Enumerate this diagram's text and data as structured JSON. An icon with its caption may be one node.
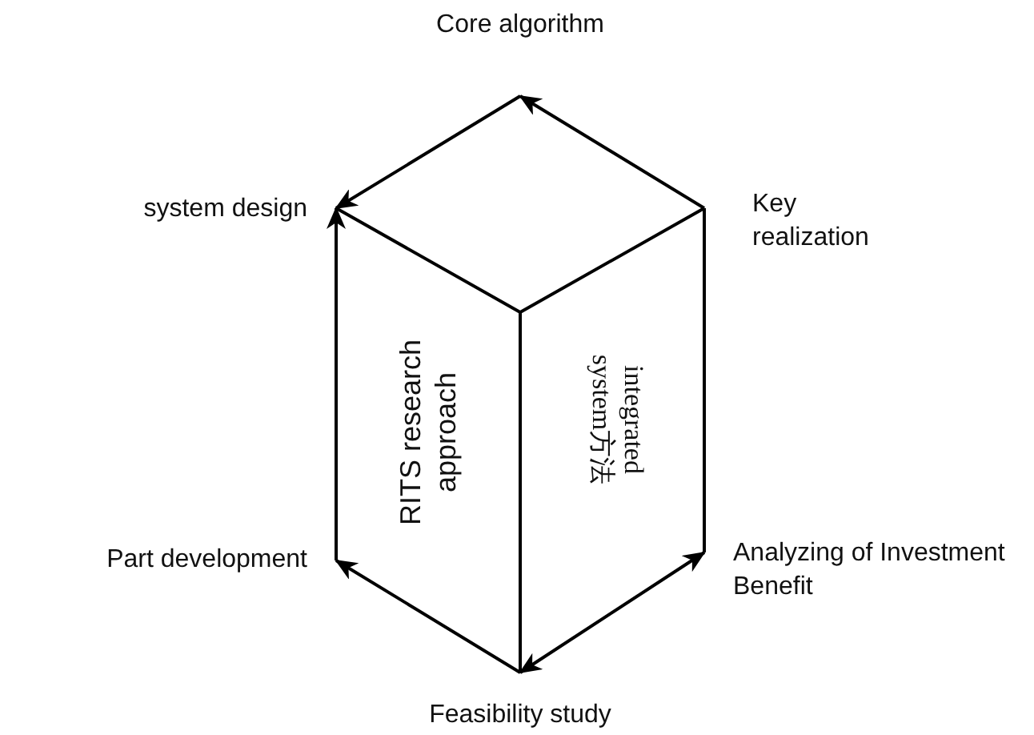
{
  "diagram": {
    "nodes": [
      {
        "text": [
          "Core algorithm"
        ]
      },
      {
        "text": [
          "system design"
        ]
      },
      {
        "text": [
          "Key realization"
        ]
      },
      {
        "text": [
          "Part development"
        ]
      },
      {
        "text": [
          "Analyzing of Investment Benefit"
        ]
      },
      {
        "text": [
          "Feasibility study"
        ]
      }
    ],
    "edges": [
      {
        "from": 2,
        "to": 0,
        "arrow": "to"
      },
      {
        "from": 0,
        "to": 1,
        "arrow": "to"
      },
      {
        "from": 3,
        "to": 1,
        "arrow": "to"
      },
      {
        "from": 5,
        "to": 3,
        "arrow": "to"
      },
      {
        "from": 4,
        "to": 5,
        "arrow": "both"
      },
      {
        "from": 2,
        "to": 4,
        "arrow": "none"
      }
    ],
    "labels": [
      "RITS research approach",
      "integrated system方法"
    ]
  }
}
